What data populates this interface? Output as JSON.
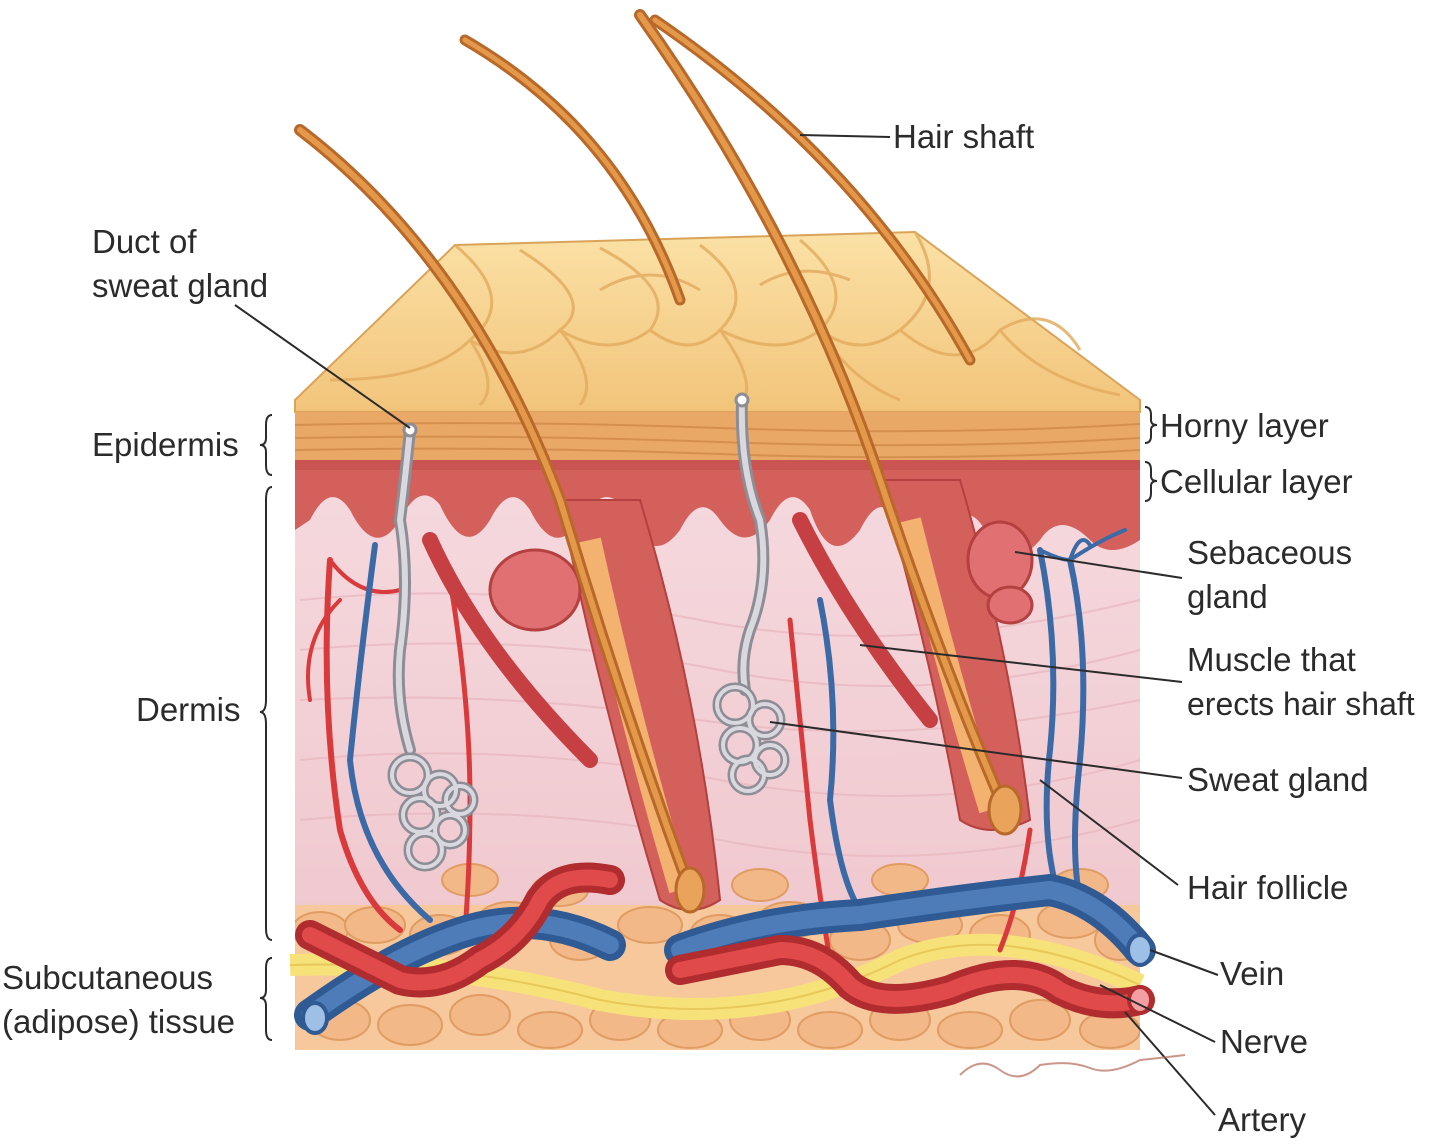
{
  "labels": {
    "hair_shaft": "Hair shaft",
    "duct_line1": "Duct of",
    "duct_line2": "sweat gland",
    "epidermis": "Epidermis",
    "dermis": "Dermis",
    "subcutaneous_line1": "Subcutaneous",
    "subcutaneous_line2": "(adipose) tissue",
    "horny_layer": "Horny layer",
    "cellular_layer": "Cellular layer",
    "sebaceous_line1": "Sebaceous",
    "sebaceous_line2": "gland",
    "muscle_line1": "Muscle that",
    "muscle_line2": "erects hair shaft",
    "sweat_gland": "Sweat gland",
    "hair_follicle": "Hair follicle",
    "vein": "Vein",
    "nerve": "Nerve",
    "artery": "Artery"
  },
  "colors": {
    "surface": "#f6cf83",
    "horny": "#e9a866",
    "cellular": "#d4605c",
    "dermis": "#f3d3d8",
    "fat": "#f3b888",
    "artery": "#d93a3c",
    "vein": "#3c6aa6",
    "nerve": "#f7e27a",
    "hair": "#cf7d32",
    "gland": "#bdbdc4",
    "text": "#2b2b2b"
  }
}
